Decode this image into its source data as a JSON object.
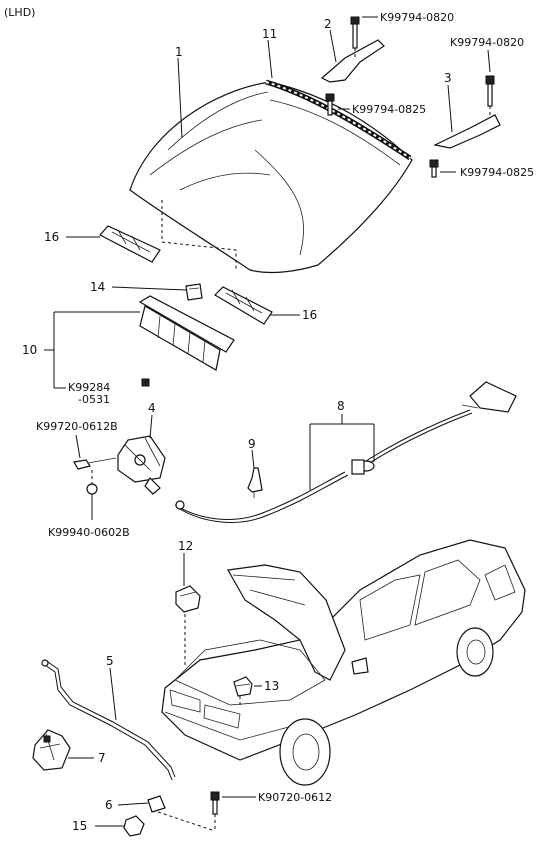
{
  "header": {
    "variant": "(LHD)"
  },
  "callouts": {
    "c1": "1",
    "c2": "2",
    "c3": "3",
    "c4": "4",
    "c5": "5",
    "c6": "6",
    "c7": "7",
    "c8": "8",
    "c9": "9",
    "c10": "10",
    "c11": "11",
    "c12": "12",
    "c13": "13",
    "c14": "14",
    "c15": "15",
    "c16a": "16",
    "c16b": "16"
  },
  "part_numbers": {
    "p2_top": "K99794-0820",
    "p2_bottom": "K99794-0825",
    "p3_top": "K99794-0820",
    "p3_bottom": "K99794-0825",
    "p10_a": "K99284",
    "p10_b": "-0531",
    "p4_bolt": "K99720-0612B",
    "p4_nut": "K99940-0602B",
    "p6_bolt": "K90720-0612"
  }
}
